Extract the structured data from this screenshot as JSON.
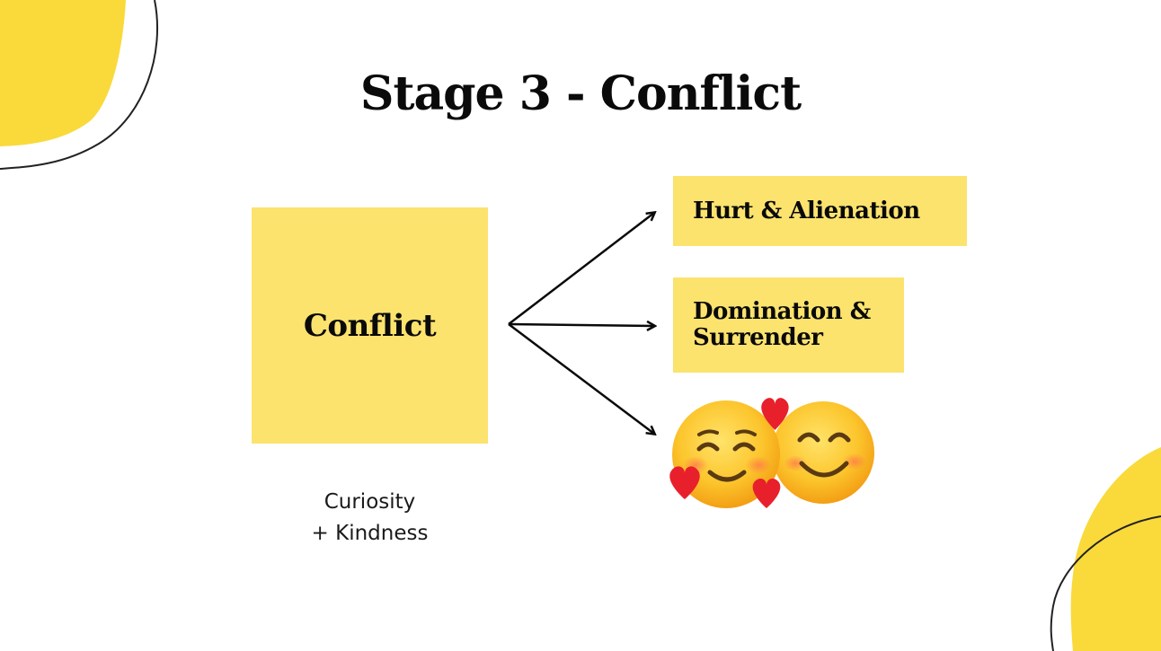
{
  "title": "Stage 3 - Conflict",
  "main_box_label": "Conflict",
  "outcomes": [
    {
      "lines": [
        "Hurt & Alienation"
      ]
    },
    {
      "lines": [
        "Domination &",
        "Surrender"
      ]
    }
  ],
  "note": {
    "line1": "Curiosity",
    "line2": "+ Kindness"
  },
  "icons": {
    "third_outcome": "smiling-faces-with-hearts-icon"
  },
  "colors": {
    "box_fill": "#fbe36e",
    "decor_yellow": "#f9da3a",
    "text": "#0a0a0a",
    "heart": "#e8202b",
    "emoji_face": "#f7b824"
  }
}
